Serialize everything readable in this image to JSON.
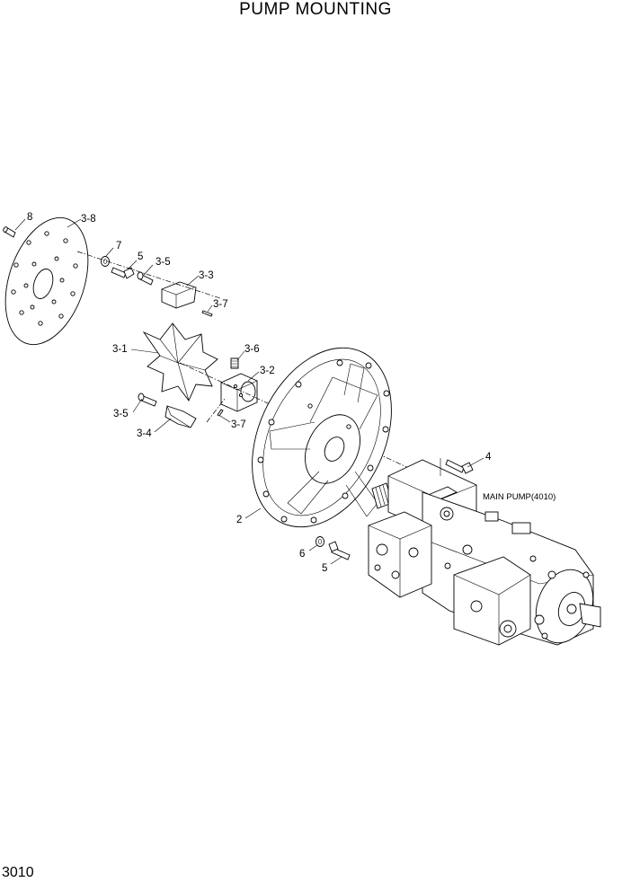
{
  "title": "PUMP MOUNTING",
  "page_number": "3010",
  "callouts": {
    "p8": "8",
    "p3_8": "3-8",
    "p7": "7",
    "p5a": "5",
    "p3_5a": "3-5",
    "p3_3": "3-3",
    "p3_7a": "3-7",
    "p3_1": "3-1",
    "p3_6": "3-6",
    "p3_2": "3-2",
    "p3_5b": "3-5",
    "p3_7b": "3-7",
    "p3_4": "3-4",
    "p4": "4",
    "main_pump": "MAIN PUMP(4010)",
    "p2": "2",
    "p6": "6",
    "p5b": "5"
  }
}
